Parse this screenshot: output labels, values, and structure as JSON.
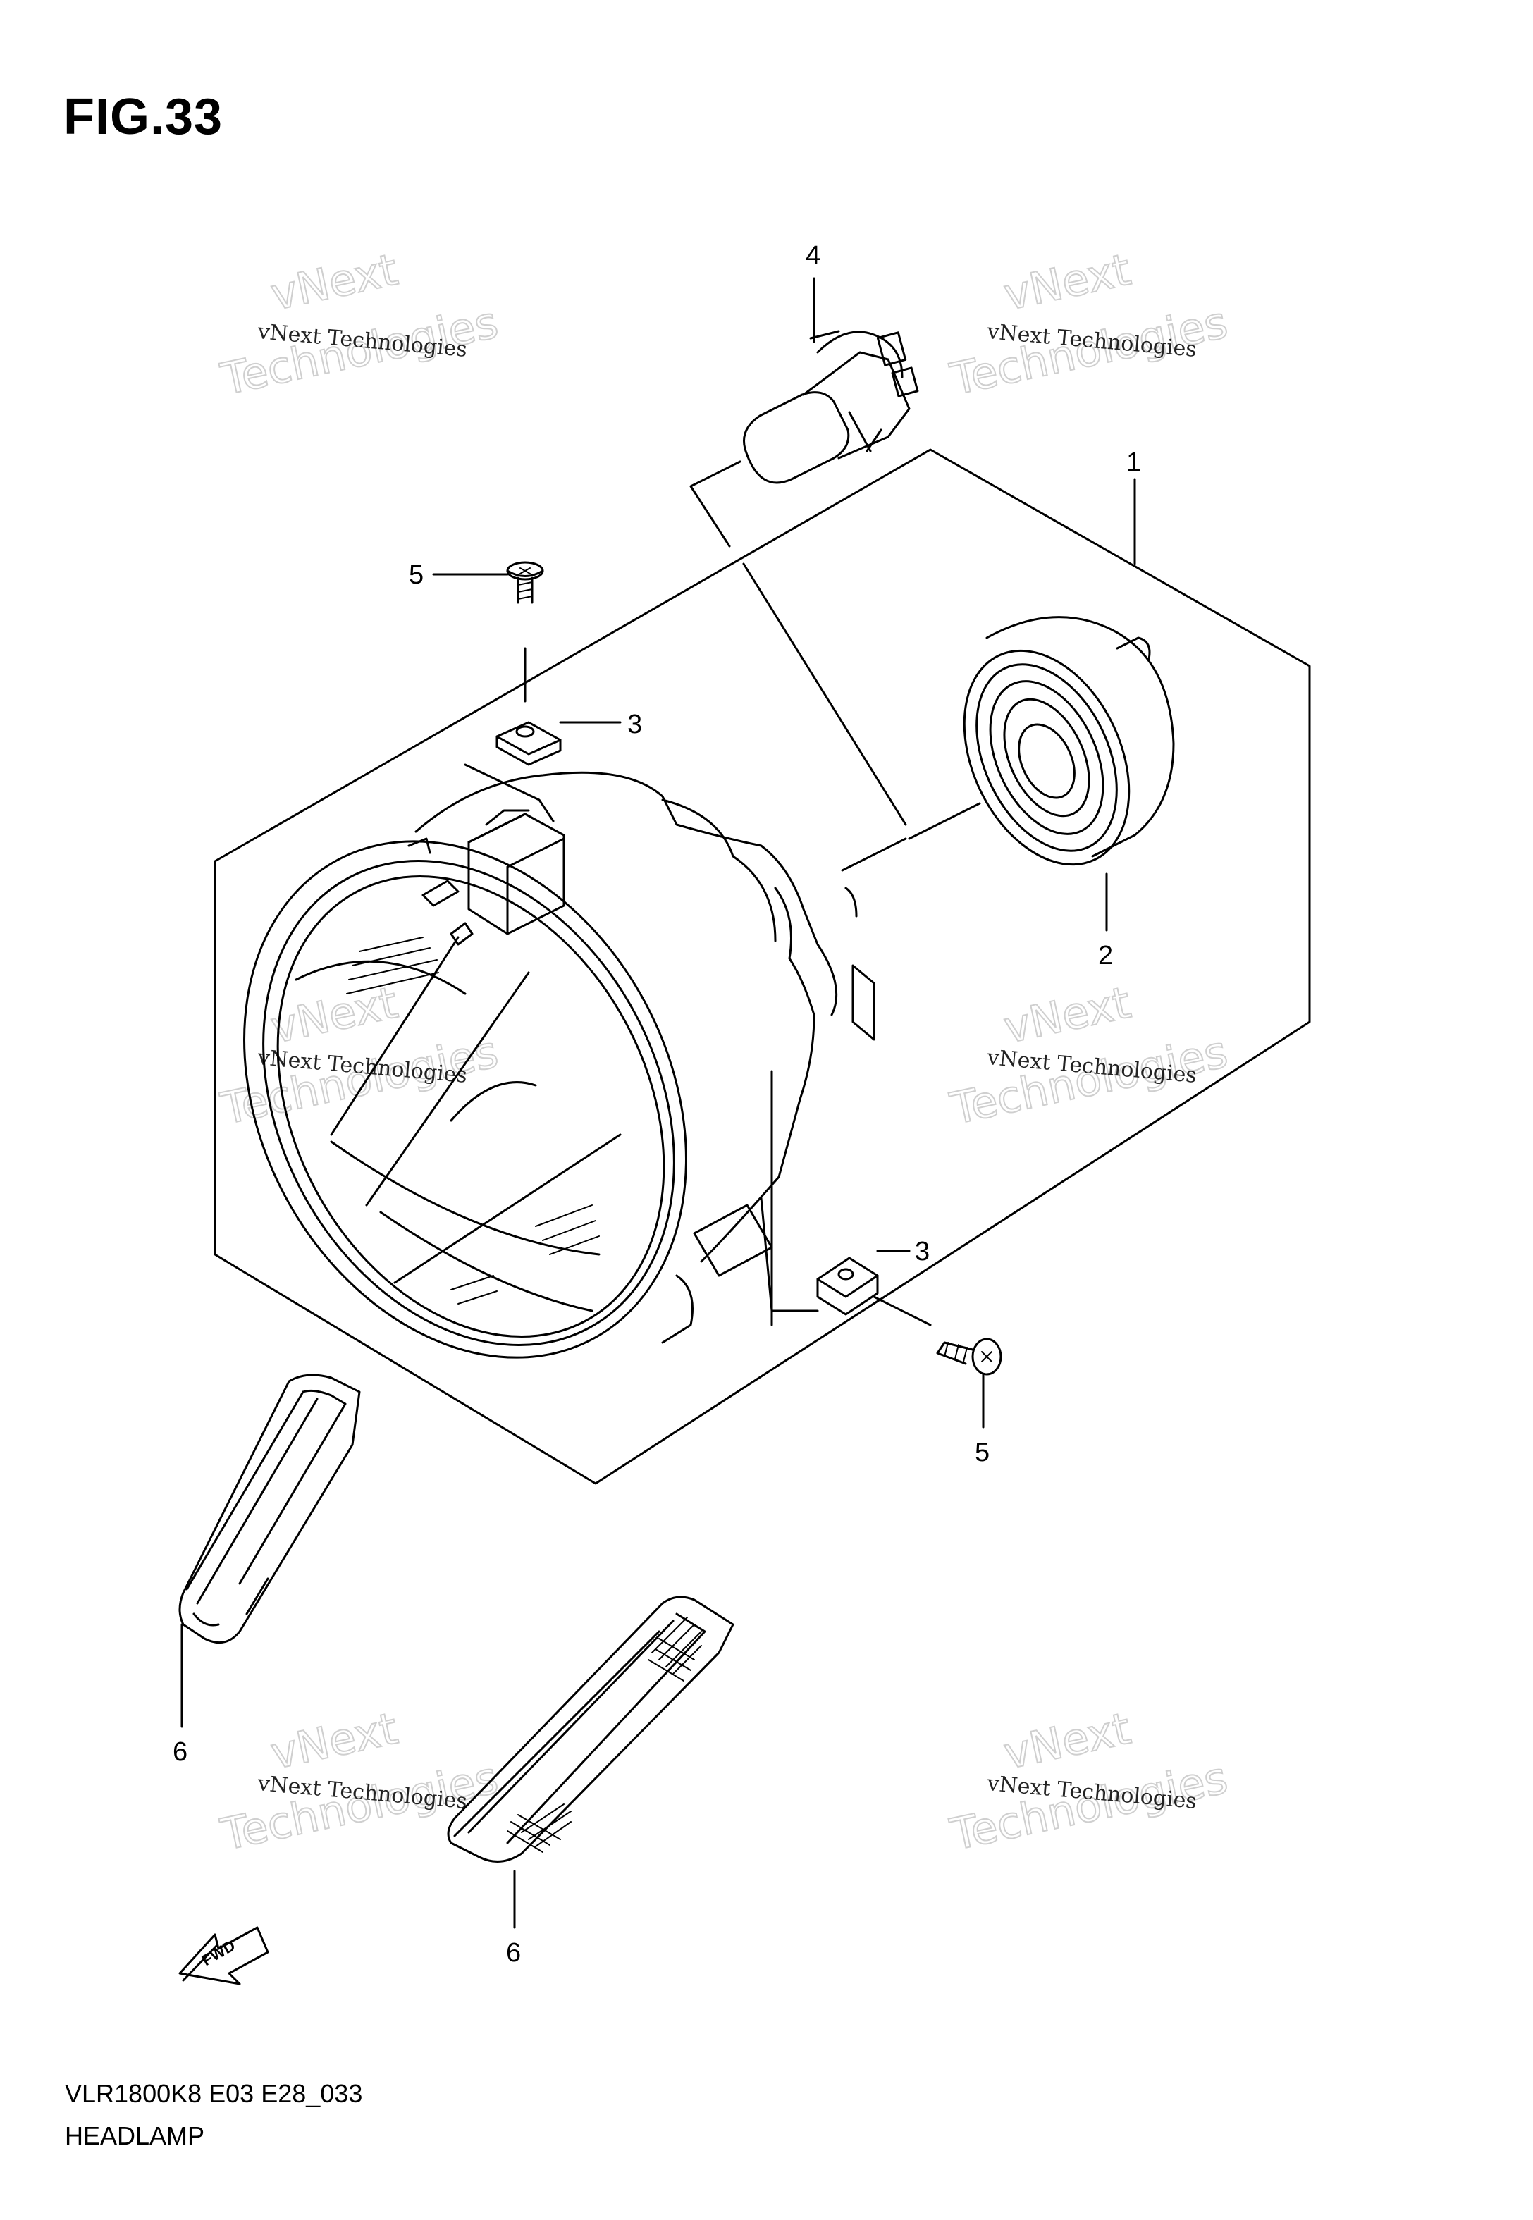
{
  "figure": {
    "title": "FIG.33",
    "code": "VLR1800K8 E03 E28_033",
    "name": "HEADLAMP"
  },
  "callouts": {
    "c1": "1",
    "c2": "2",
    "c3a": "3",
    "c3b": "3",
    "c4": "4",
    "c5a": "5",
    "c5b": "5",
    "c6a": "6",
    "c6b": "6"
  },
  "fwd_label": "FWD",
  "watermark": {
    "line1": "vNext Technologies",
    "line2": "vNext",
    "line3": "Technologies"
  }
}
